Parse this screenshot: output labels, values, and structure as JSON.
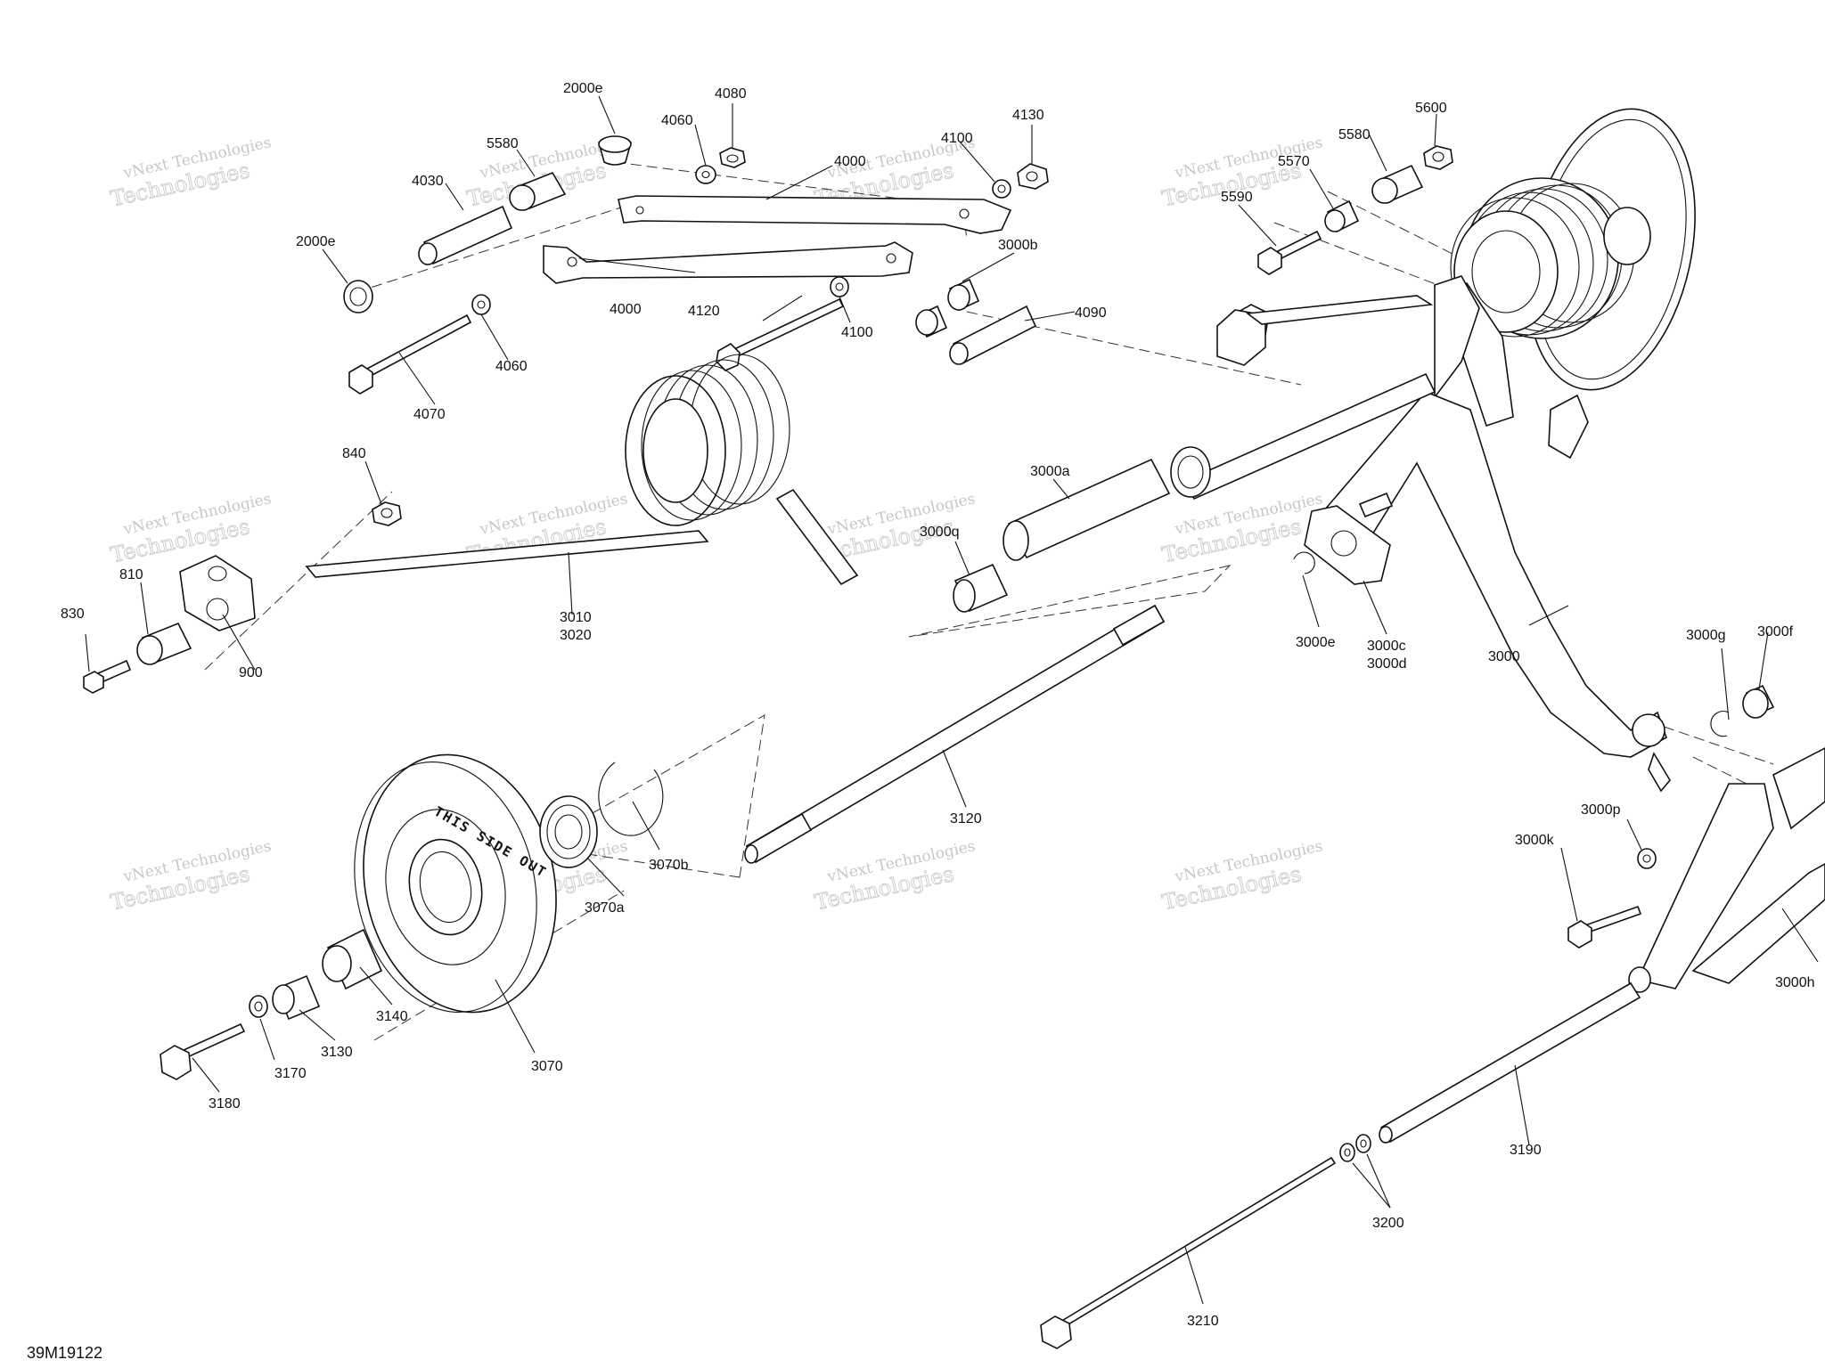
{
  "diagram": {
    "id": "39M19122",
    "watermark_line1": "vNext Technologies",
    "watermark_line2": "Technologies",
    "wheel_stamp": "THIS SIDE OUT",
    "colors": {
      "ink": "#111111",
      "watermark": "#9a9a9a",
      "background": "#ffffff"
    },
    "labels": [
      {
        "id": "2000e_top",
        "text": "2000e"
      },
      {
        "id": "4080",
        "text": "4080"
      },
      {
        "id": "4060_top",
        "text": "4060"
      },
      {
        "id": "5580_left",
        "text": "5580"
      },
      {
        "id": "4000_top",
        "text": "4000"
      },
      {
        "id": "4030",
        "text": "4030"
      },
      {
        "id": "2000e_left",
        "text": "2000e"
      },
      {
        "id": "4000_mid",
        "text": "4000"
      },
      {
        "id": "4120",
        "text": "4120"
      },
      {
        "id": "4100_low",
        "text": "4100"
      },
      {
        "id": "4060_low",
        "text": "4060"
      },
      {
        "id": "4070",
        "text": "4070"
      },
      {
        "id": "4130",
        "text": "4130"
      },
      {
        "id": "4100_top",
        "text": "4100"
      },
      {
        "id": "3000b",
        "text": "3000b"
      },
      {
        "id": "4090",
        "text": "4090"
      },
      {
        "id": "5600",
        "text": "5600"
      },
      {
        "id": "5580_right",
        "text": "5580"
      },
      {
        "id": "5570",
        "text": "5570"
      },
      {
        "id": "5590",
        "text": "5590"
      },
      {
        "id": "840",
        "text": "840"
      },
      {
        "id": "810",
        "text": "810"
      },
      {
        "id": "830",
        "text": "830"
      },
      {
        "id": "900",
        "text": "900"
      },
      {
        "id": "3010",
        "text": "3010"
      },
      {
        "id": "3020",
        "text": "3020"
      },
      {
        "id": "3000a",
        "text": "3000a"
      },
      {
        "id": "3000q",
        "text": "3000q"
      },
      {
        "id": "3000e",
        "text": "3000e"
      },
      {
        "id": "3000c",
        "text": "3000c"
      },
      {
        "id": "3000d",
        "text": "3000d"
      },
      {
        "id": "3000",
        "text": "3000"
      },
      {
        "id": "3000g",
        "text": "3000g"
      },
      {
        "id": "3000f",
        "text": "3000f"
      },
      {
        "id": "3000p",
        "text": "3000p"
      },
      {
        "id": "3000k",
        "text": "3000k"
      },
      {
        "id": "3000h",
        "text": "3000h"
      },
      {
        "id": "3120",
        "text": "3120"
      },
      {
        "id": "3070b",
        "text": "3070b"
      },
      {
        "id": "3070a",
        "text": "3070a"
      },
      {
        "id": "3070",
        "text": "3070"
      },
      {
        "id": "3140",
        "text": "3140"
      },
      {
        "id": "3130",
        "text": "3130"
      },
      {
        "id": "3170",
        "text": "3170"
      },
      {
        "id": "3180",
        "text": "3180"
      },
      {
        "id": "3190",
        "text": "3190"
      },
      {
        "id": "3200",
        "text": "3200"
      },
      {
        "id": "3210",
        "text": "3210"
      }
    ]
  }
}
